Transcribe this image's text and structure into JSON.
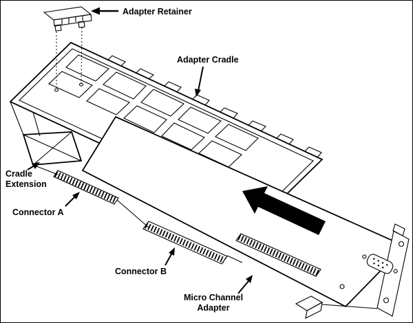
{
  "figure": {
    "type": "technical-illustration",
    "background": "#ffffff",
    "line_color": "#000000",
    "arrow_color": "#000000",
    "labels": {
      "adapter_retainer": "Adapter Retainer",
      "adapter_cradle": "Adapter Cradle",
      "cradle_extension": [
        "Cradle",
        "Extension"
      ],
      "connector_a": "Connector A",
      "connector_b": "Connector B",
      "micro_channel_adapter": [
        "Micro Channel",
        "Adapter"
      ]
    }
  }
}
